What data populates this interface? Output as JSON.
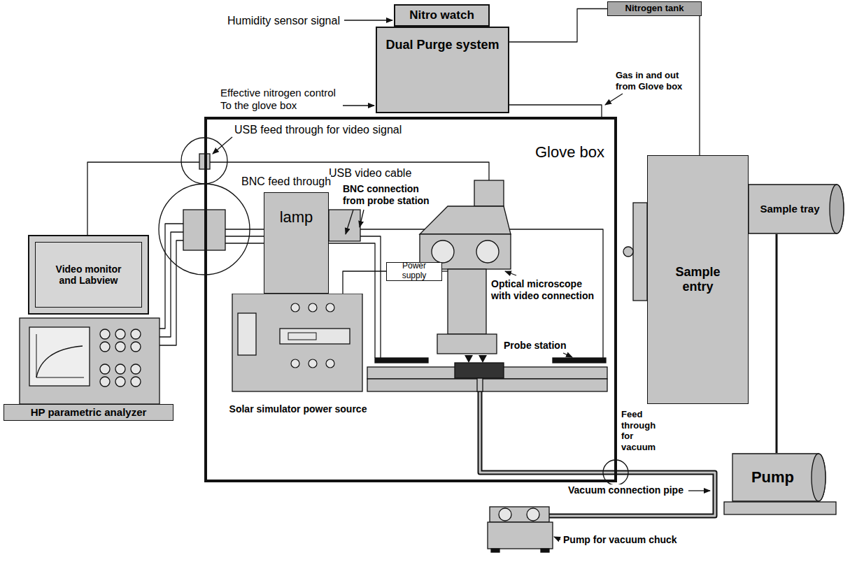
{
  "diagram": {
    "nodes": [
      {
        "text": [
          "Nitro watch"
        ]
      },
      {
        "text": [
          "Nitrogen tank"
        ]
      },
      {
        "text": [
          "Dual Purge system"
        ]
      },
      {
        "text": [
          "Glove box"
        ]
      },
      {
        "text": [
          "lamp"
        ],
        "in": 3
      },
      {
        "text": [
          "Power supply"
        ],
        "in": 3
      },
      {
        "text": [
          "Solar simulator power source"
        ],
        "in": 3
      },
      {
        "text": [
          "Sample entry"
        ]
      },
      {
        "text": [
          "Sample tray"
        ]
      },
      {
        "text": [
          "Video monitor and Labview"
        ]
      },
      {
        "text": [
          "HP parametric analyzer"
        ]
      },
      {
        "text": [
          "Pump"
        ]
      }
    ],
    "edges": [
      {
        "from": 1,
        "to": 2,
        "arrow": "none"
      },
      {
        "from": 1,
        "to": 7,
        "arrow": "none"
      },
      {
        "from": 2,
        "to": 3,
        "arrow": "none"
      },
      {
        "from": 5,
        "to": 6,
        "arrow": "none"
      },
      {
        "from": 8,
        "to": 11,
        "arrow": "none"
      }
    ],
    "labels": [
      "Humidity sensor signal",
      "Effective nitrogen control To the glove box",
      "Gas in and out from Glove box",
      "USB feed through for video signal",
      "USB video cable",
      "BNC feed through",
      "BNC connection from probe station",
      "Optical microscope with video connection",
      "Probe station",
      "Feed through for vacuum",
      "Vacuum connection pipe",
      "Pump for vacuum chuck"
    ]
  }
}
